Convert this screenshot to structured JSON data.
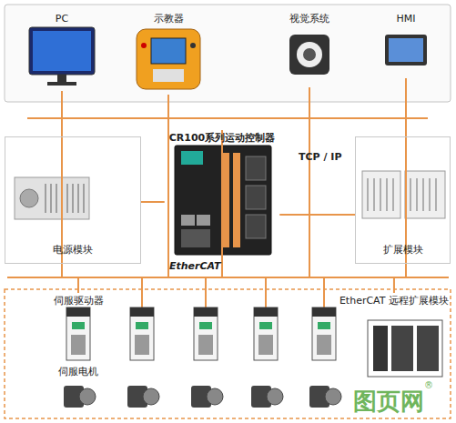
{
  "diagram": {
    "nodes": [
      {
        "text": [
          "PC"
        ]
      },
      {
        "text": [
          "示教器"
        ]
      },
      {
        "text": [
          "视觉系统"
        ]
      },
      {
        "text": [
          "HMI"
        ]
      },
      {
        "text": [
          "电源模块"
        ]
      },
      {
        "text": [
          "CR100系列运动控制器"
        ]
      },
      {
        "text": [
          "扩展模块"
        ]
      },
      {
        "text": [
          "伺服驱动器"
        ]
      },
      {
        "text": [
          "伺服电机"
        ]
      },
      {
        "text": [
          "EtherCAT 远程扩展模块"
        ]
      }
    ],
    "edges": [
      {
        "from": 0,
        "to": 5,
        "arrow": "none"
      },
      {
        "from": 1,
        "to": 5,
        "arrow": "none"
      },
      {
        "from": 2,
        "to": 5,
        "arrow": "none"
      },
      {
        "from": 3,
        "to": 5,
        "arrow": "none"
      },
      {
        "from": 5,
        "to": 4,
        "arrow": "none"
      },
      {
        "from": 5,
        "to": 6,
        "arrow": "none"
      },
      {
        "from": 5,
        "to": 7,
        "arrow": "none"
      },
      {
        "from": 5,
        "to": 9,
        "arrow": "none"
      }
    ],
    "labels": [
      "TCP / IP",
      "EtherCAT",
      "图页网",
      "®"
    ]
  }
}
